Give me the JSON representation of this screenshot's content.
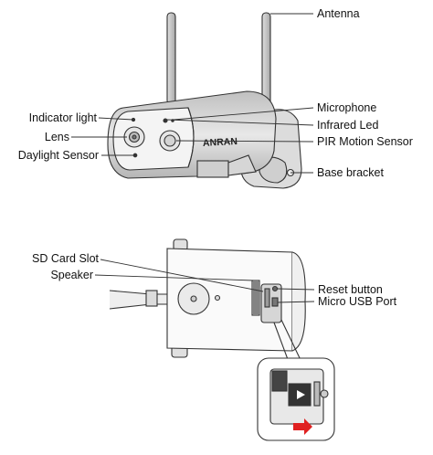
{
  "labels": {
    "antenna": "Antenna",
    "microphone": "Microphone",
    "infrared_led": "Infrared Led",
    "pir_motion_sensor": "PIR Motion Sensor",
    "base_bracket": "Base bracket",
    "indicator_light": "Indicator light",
    "lens": "Lens",
    "daylight_sensor": "Daylight Sensor",
    "sd_card_slot": "SD Card Slot",
    "speaker": "Speaker",
    "reset_button": "Reset button",
    "micro_usb_port": "Micro USB Port"
  },
  "brand_logo": "ANRAN",
  "colors": {
    "line": "#333333",
    "body_fill": "#d9d9d9",
    "face_fill": "#f2f2f2",
    "arrow": "#e02020"
  }
}
